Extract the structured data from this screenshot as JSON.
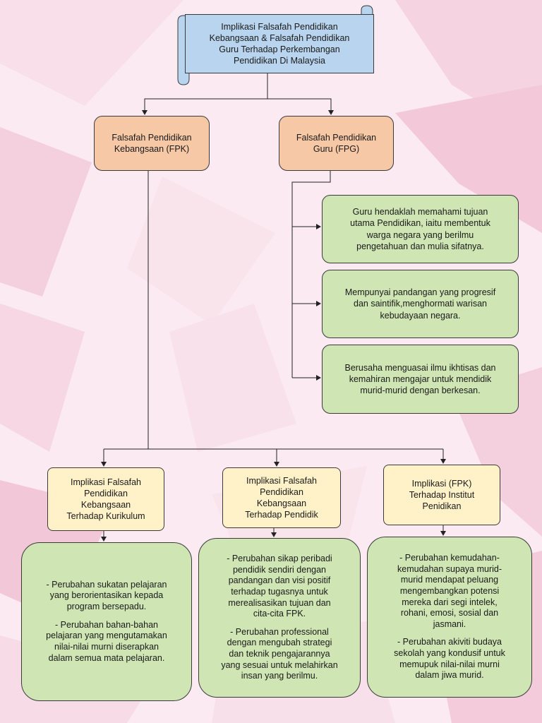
{
  "title": "Implikasi Falsafah Pendidikan\nKebangsaan & Falsafah Pendidikan\nGuru Terhadap Perkembangan\nPendidikan Di Malaysia",
  "fpk": "Falsafah Pendidikan\nKebangsaan (FPK)",
  "fpg": "Falsafah Pendidikan\nGuru (FPG)",
  "fpg_points": [
    "Guru hendaklah memahami tujuan\nutama Pendidikan, iaitu membentuk\nwarga negara yang berilmu\npengetahuan dan mulia sifatnya.",
    "Mempunyai pandangan yang progresif\ndan saintifik,menghormati warisan\nkebudayaan negara.",
    "Berusaha menguasai ilmu ikhtisas dan\nkemahiran mengajar untuk mendidik\nmurid-murid dengan berkesan."
  ],
  "implikasi": [
    {
      "heading": "Implikasi Falsafah\nPendidikan\nKebangsaan\nTerhadap Kurikulum",
      "points": [
        "- Perubahan sukatan pelajaran\nyang berorientasikan kepada\nprogram bersepadu.",
        "- Perubahan bahan-bahan\npelajaran yang mengutamakan\nnilai-nilai murni diserapkan\ndalam semua mata pelajaran."
      ]
    },
    {
      "heading": "Implikasi Falsafah\nPendidikan\nKebangsaan\nTerhadap Pendidik",
      "points": [
        "- Perubahan sikap peribadi\npendidik sendiri dengan\npandangan dan visi positif\nterhadap tugasnya untuk\nmerealisasikan tujuan dan\ncita-cita FPK.",
        "-  Perubahan professional\ndengan mengubah strategi\ndan teknik pengajarannya\nyang sesuai untuk melahirkan\ninsan yang berilmu."
      ]
    },
    {
      "heading": "Implikasi (FPK)\nTerhadap Institut\nPenidikan",
      "points": [
        "- Perubahan kemudahan-\nkemudahan supaya murid-\nmurid mendapat peluang\nmengembangkan potensi\nmereka dari segi intelek,\nrohani, emosi, sosial dan\njasmani.",
        "- Perubahan akiviti budaya\nsekolah yang kondusif untuk\nmemupuk nilai-nilai murni\ndalam jiwa murid."
      ]
    }
  ],
  "colors": {
    "title_fill": "#b9d4ee",
    "orange_fill": "#f7c8a6",
    "green_fill": "#cfe6b4",
    "yellow_fill": "#fff2c8",
    "background": "#fbe8f0"
  }
}
